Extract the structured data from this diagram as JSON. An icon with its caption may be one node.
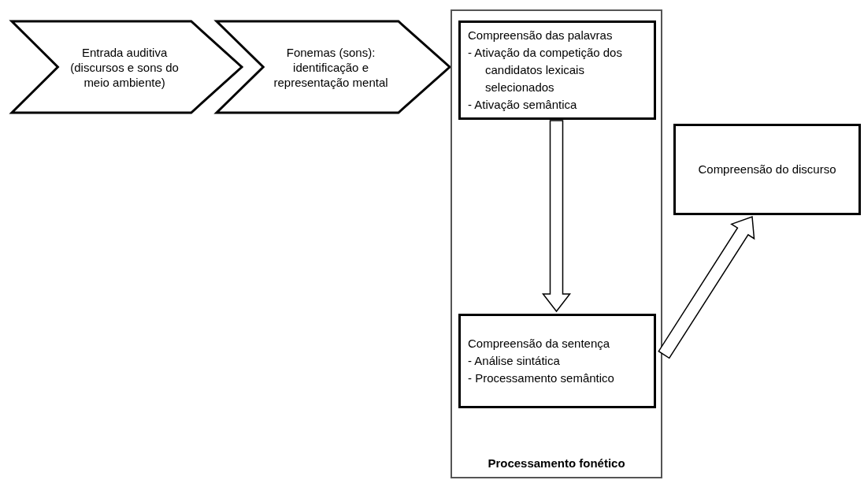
{
  "diagram": {
    "nodes": [
      {
        "text": [
          "Entrada auditiva (discursos e sons do meio ambiente)"
        ]
      },
      {
        "text": [
          "Fonemas (sons): identificação e representação mental"
        ]
      },
      {
        "text": [
          "Processamento fonético"
        ]
      },
      {
        "text": [
          "Compreensão das palavras",
          "- Ativação da competição dos candidatos lexicais selecionados",
          "- Ativação semântica"
        ],
        "in": 2
      },
      {
        "text": [
          "Compreensão da sentença",
          "- Análise sintática",
          "- Processamento semântico"
        ],
        "in": 2
      },
      {
        "text": [
          "Compreensão do discurso"
        ]
      }
    ],
    "edges": [
      {
        "from": 3,
        "to": 4,
        "arrow": "to"
      },
      {
        "from": 2,
        "to": 5,
        "arrow": "to"
      }
    ]
  }
}
